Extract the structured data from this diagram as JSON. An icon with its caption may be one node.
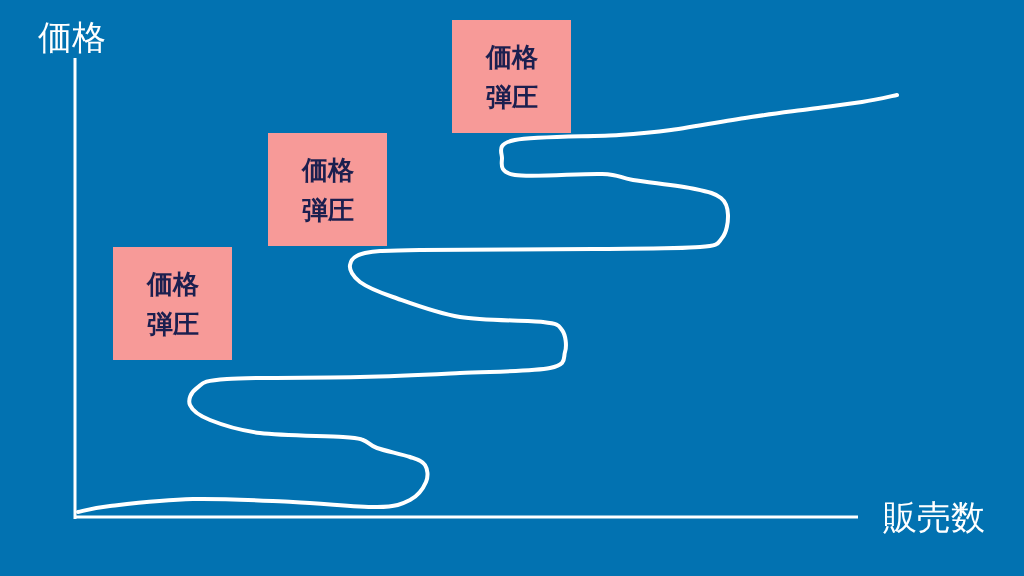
{
  "diagram": {
    "nodes": [
      {
        "text": [
          "価格弾圧"
        ]
      },
      {
        "text": [
          "価格弾圧"
        ]
      },
      {
        "text": [
          "価格弾圧"
        ]
      }
    ],
    "labels": [
      "価格",
      "販売数"
    ]
  }
}
